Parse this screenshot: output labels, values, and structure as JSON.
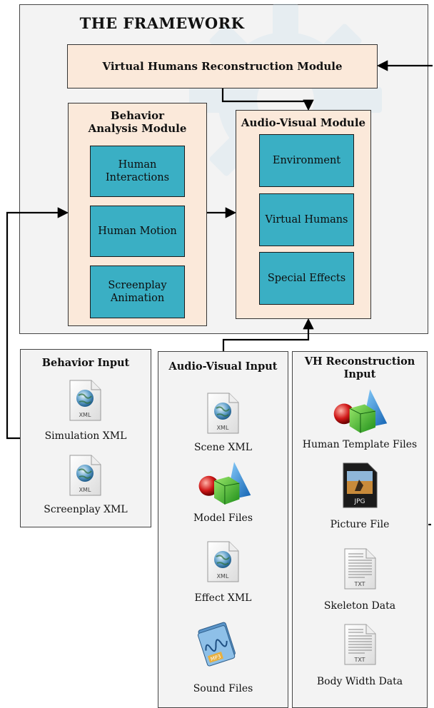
{
  "framework": {
    "title": "THE FRAMEWORK",
    "vh_reconstruction_module": "Virtual Humans Reconstruction Module",
    "behavior_analysis_module": {
      "title_line1": "Behavior",
      "title_line2": "Analysis Module",
      "items": [
        "Human Interactions",
        "Human Motion",
        "Screenplay Animation"
      ]
    },
    "audio_visual_module": {
      "title": "Audio-Visual Module",
      "items": [
        "Environment",
        "Virtual Humans",
        "Special Effects"
      ]
    }
  },
  "behavior_input": {
    "title": "Behavior Input",
    "files": [
      {
        "label": "Simulation XML",
        "icon": "xml-file-icon",
        "badge": "XML"
      },
      {
        "label": "Screenplay XML",
        "icon": "xml-file-icon",
        "badge": "XML"
      }
    ]
  },
  "audio_visual_input": {
    "title": "Audio-Visual Input",
    "files": [
      {
        "label": "Scene XML",
        "icon": "xml-file-icon",
        "badge": "XML"
      },
      {
        "label": "Model Files",
        "icon": "model-file-icon"
      },
      {
        "label": "Effect XML",
        "icon": "xml-file-icon",
        "badge": "XML"
      },
      {
        "label": "Sound Files",
        "icon": "mp3-file-icon",
        "badge": "MP3"
      }
    ]
  },
  "vh_reconstruction_input": {
    "title_line1": "VH Reconstruction",
    "title_line2": "Input",
    "files": [
      {
        "label": "Human Template Files",
        "icon": "model-file-icon"
      },
      {
        "label": "Picture File",
        "icon": "jpg-file-icon",
        "badge": "JPG"
      },
      {
        "label": "Skeleton Data",
        "icon": "txt-file-icon",
        "badge": "TXT"
      },
      {
        "label": "Body Width Data",
        "icon": "txt-file-icon",
        "badge": "TXT"
      }
    ]
  },
  "colors": {
    "module_fill": "#fbe9da",
    "teal_box": "#3aafc4",
    "panel_fill": "#f3f3f3",
    "gear_watermark": "#cfe3ef"
  }
}
